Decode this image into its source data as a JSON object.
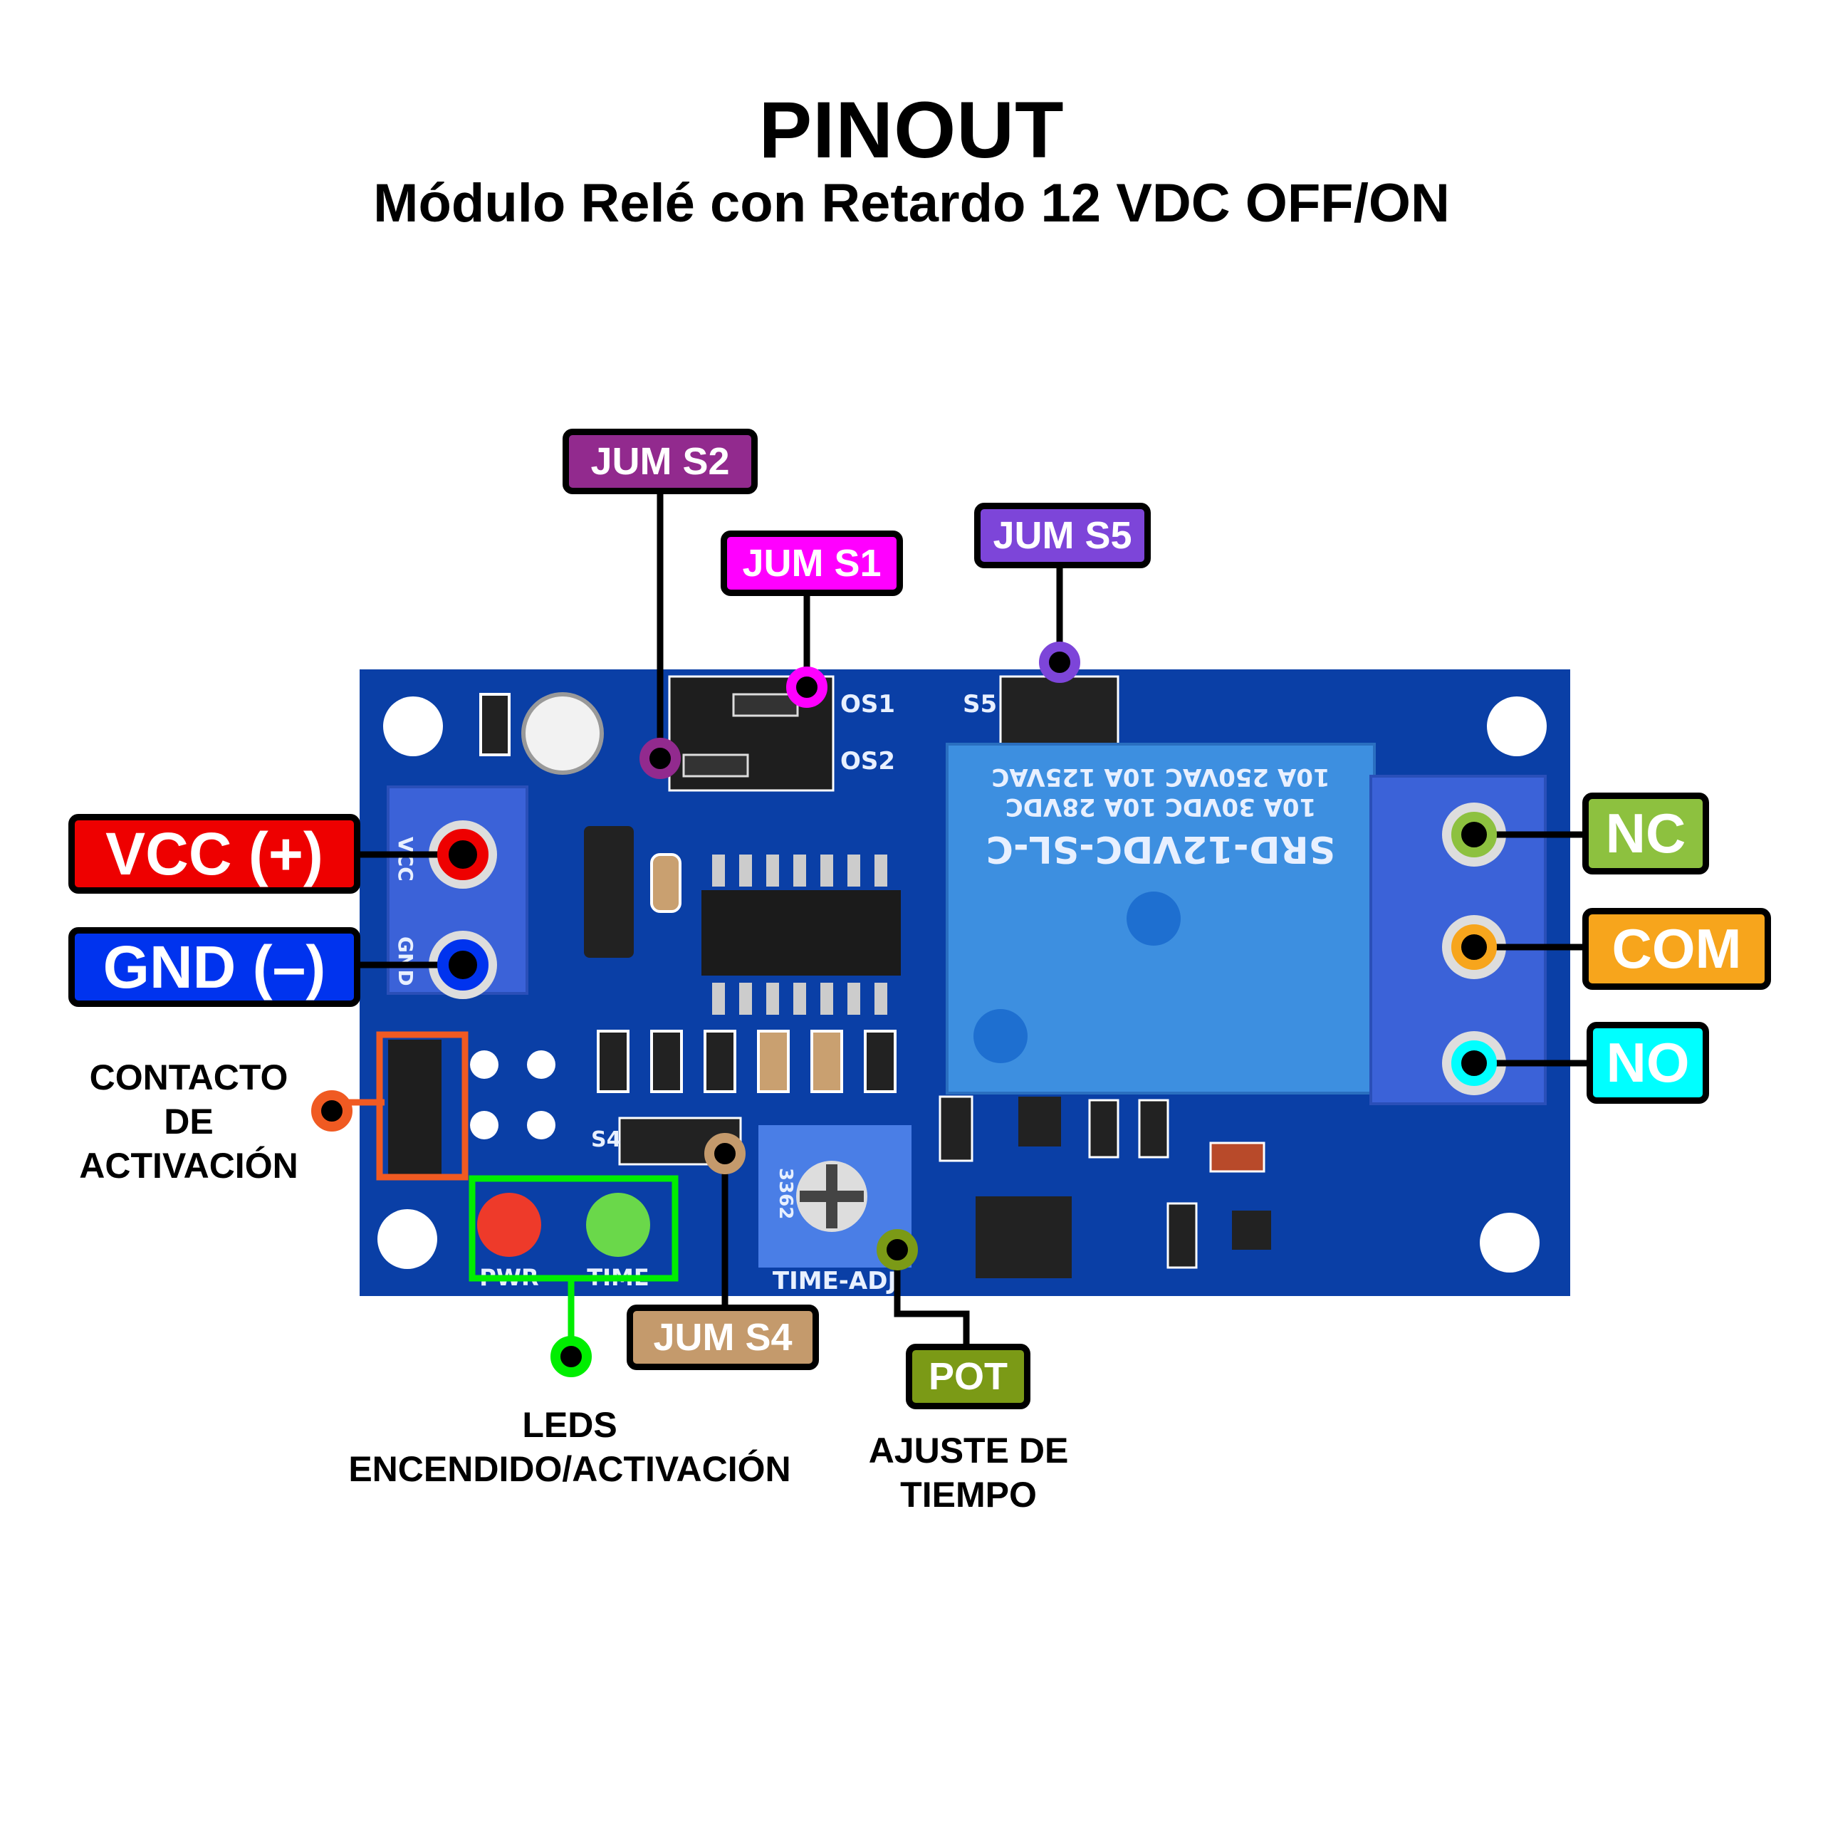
{
  "title": "PINOUT",
  "subtitle": "Módulo Relé con Retardo 12 VDC OFF/ON",
  "colors": {
    "pcb": "#0a3fa6",
    "relay": "#3d8fe0",
    "terminal": "#3b62d8",
    "vcc": "#ee0000",
    "gnd": "#0033ee",
    "nc": "#8dc13f",
    "com": "#f7a51c",
    "no": "#00ffff",
    "jum_s1": "#ff00ff",
    "jum_s2": "#922a8e",
    "jum_s4": "#c49a6c",
    "jum_s5": "#7d45d9",
    "pot": "#7b9a16",
    "contacto": "#f05a22",
    "leds": "#00ee00"
  },
  "labels": {
    "vcc": {
      "text": "VCC",
      "symbol": "(+)"
    },
    "gnd": {
      "text": "GND",
      "symbol": "(–)"
    },
    "nc": {
      "text": "NC"
    },
    "com": {
      "text": "COM"
    },
    "no": {
      "text": "NO"
    },
    "jum_s1": {
      "text": "JUM S1"
    },
    "jum_s2": {
      "text": "JUM S2"
    },
    "jum_s4": {
      "text": "JUM S4"
    },
    "jum_s5": {
      "text": "JUM S5"
    },
    "pot": {
      "text": "POT"
    }
  },
  "captions": {
    "contacto": [
      "CONTACTO",
      "DE",
      "ACTIVACIÓN"
    ],
    "leds": [
      "LEDS",
      "ENCENDIDO/ACTIVACIÓN"
    ],
    "pot": [
      "AJUSTE DE",
      "TIEMPO"
    ]
  },
  "board": {
    "relay_model": "SRD-12VDC-SL-C",
    "relay_rating_1": "10A   30VDC  10A   28VDC",
    "relay_rating_2": "10A 250VAC  10A 125VAC",
    "silk_os1": "OS1",
    "silk_os2": "OS2",
    "silk_s5": "S5",
    "silk_s4": "S4",
    "silk_vcc": "VCC",
    "silk_gnd": "GND",
    "silk_pwr": "PWR",
    "silk_time": "TIME",
    "silk_time_adj": "TIME-ADJ",
    "pot_code": "3362"
  }
}
